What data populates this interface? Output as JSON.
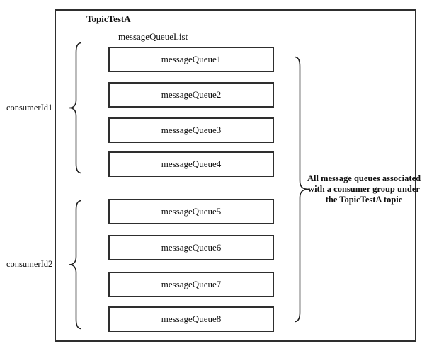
{
  "diagram": {
    "topic": "TopicTestA",
    "list_label": "messageQueueList",
    "queues": [
      "messageQueue1",
      "messageQueue2",
      "messageQueue3",
      "messageQueue4",
      "messageQueue5",
      "messageQueue6",
      "messageQueue7",
      "messageQueue8"
    ],
    "consumer1": "consumerId1",
    "consumer2": "consumerId2",
    "annotation_lines": [
      "All message queues associated",
      "with a consumer group under",
      "the TopicTestA topic"
    ],
    "colors": {
      "line": "#1f1f1f",
      "border": "#2e2e2e",
      "background": "#ffffff",
      "text": "#111111"
    }
  }
}
